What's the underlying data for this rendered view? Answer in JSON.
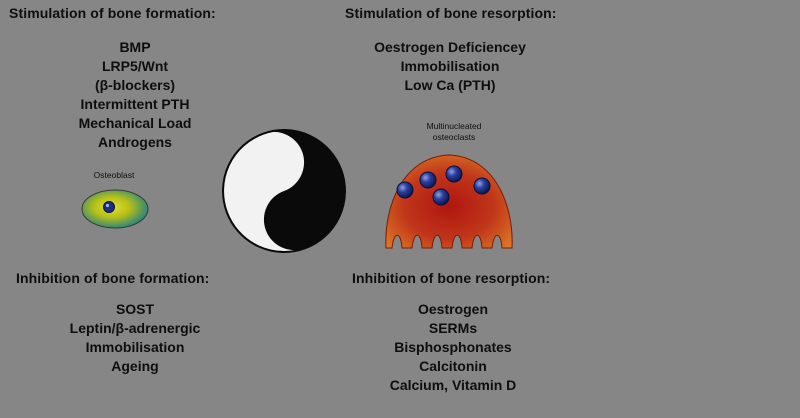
{
  "stimulation_formation": {
    "title": "Stimulation of bone formation:",
    "items": [
      "BMP",
      "LRP5/Wnt",
      "(β-blockers)",
      "Intermittent PTH",
      "Mechanical Load",
      "Androgens"
    ]
  },
  "stimulation_resorption": {
    "title": "Stimulation of bone resorption:",
    "items": [
      "Oestrogen Deficiencey",
      "Immobilisation",
      "Low Ca (PTH)"
    ]
  },
  "inhibition_formation": {
    "title": "Inhibition of bone formation:",
    "items": [
      "SOST",
      "Leptin/β-adrenergic",
      "Immobilisation",
      "Ageing"
    ]
  },
  "inhibition_resorption": {
    "title": "Inhibition of bone resorption:",
    "items": [
      "Oestrogen",
      "SERMs",
      "Bisphosphonates",
      "Calcitonin",
      "Calcium, Vitamin D"
    ]
  },
  "osteoblast": {
    "label": "Osteoblast"
  },
  "osteoclast": {
    "label_line1": "Multinucleated",
    "label_line2": "osteoclasts"
  },
  "icons": {
    "center": "yin-yang-icon",
    "osteoblast": "osteoblast-cell-icon",
    "osteoclast": "osteoclast-cell-icon"
  },
  "colors": {
    "background": "#868686",
    "text": "#0e0e0e",
    "osteoclast_red": "#b01a10",
    "osteoclast_orange": "#d1661e",
    "nucleus": "#1b2f84",
    "osteoblast_yellow": "#c8c412",
    "osteoblast_teal": "#1c7d88"
  }
}
